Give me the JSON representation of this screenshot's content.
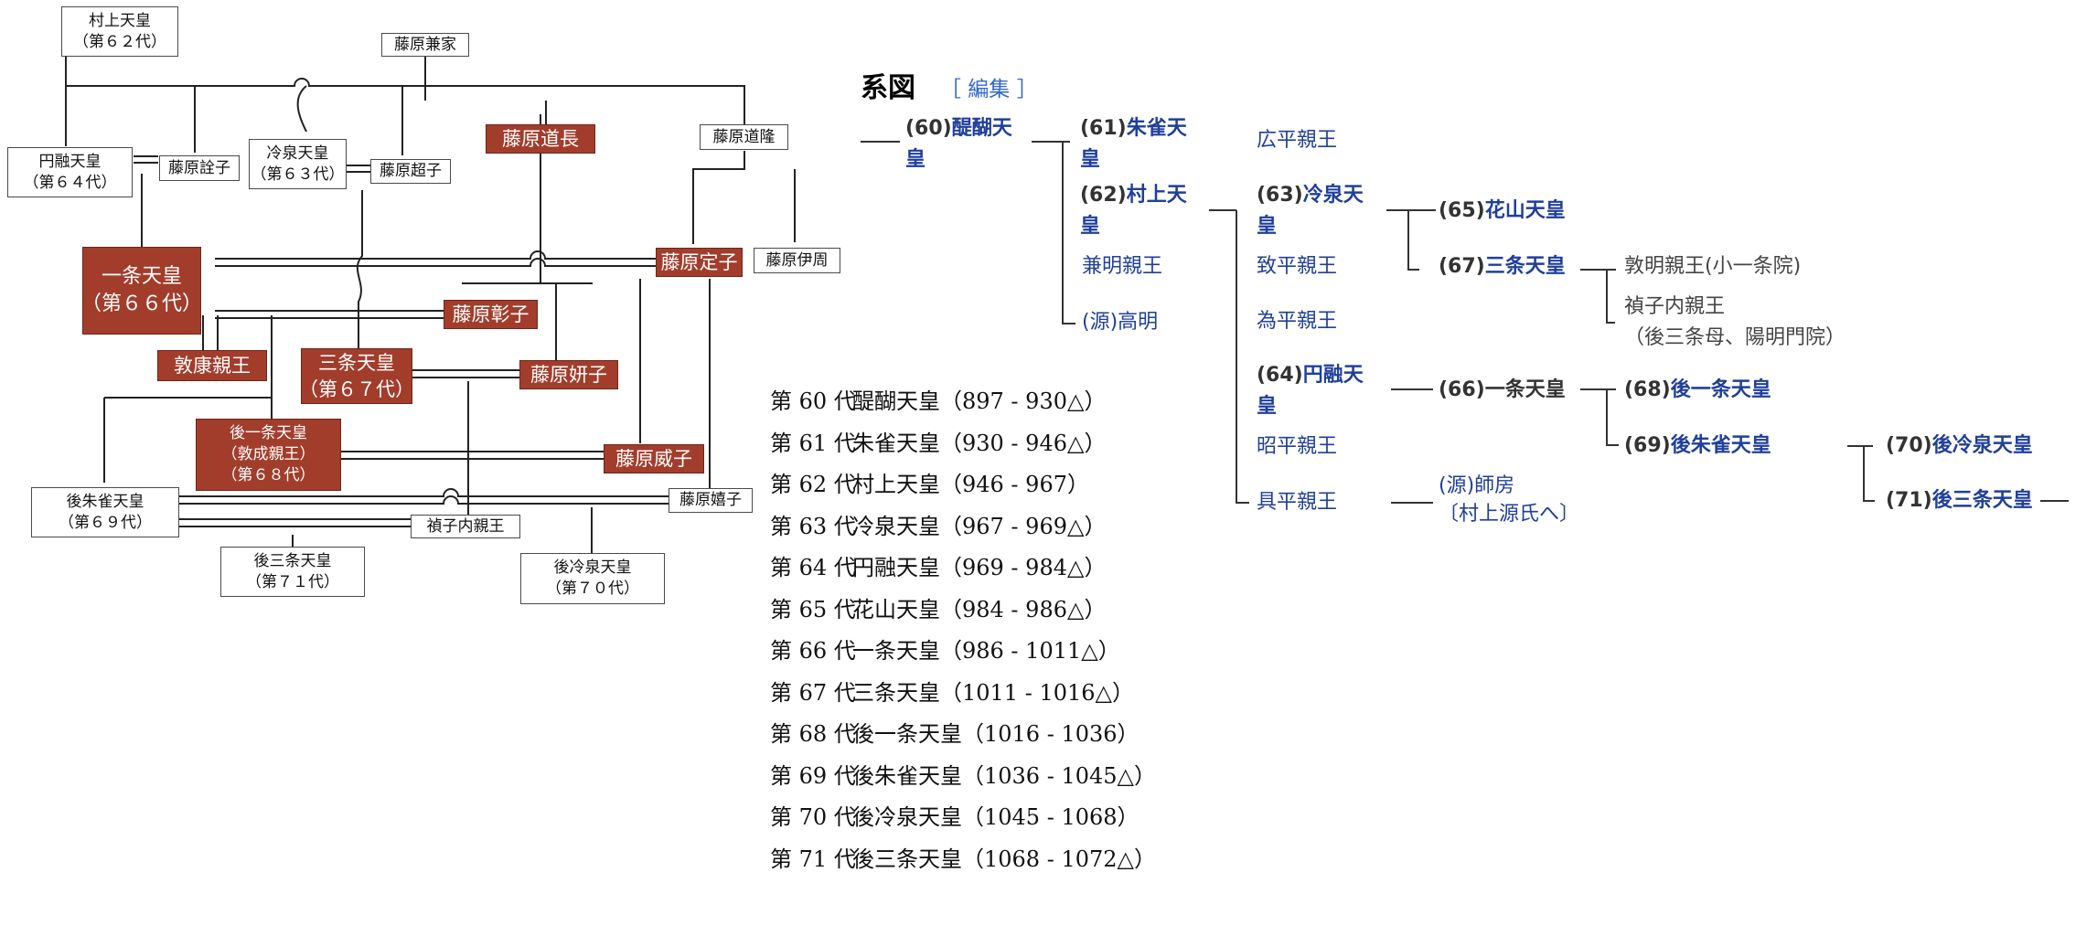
{
  "tree": {
    "murakami": {
      "name": "村上天皇",
      "sub": "（第６２代）"
    },
    "kaneie": {
      "name": "藤原兼家"
    },
    "michinaga": {
      "name": "藤原道長"
    },
    "michitaka": {
      "name": "藤原道隆"
    },
    "enyu": {
      "name": "円融天皇",
      "sub": "（第６４代）"
    },
    "senshi": {
      "name": "藤原詮子"
    },
    "reizei": {
      "name": "冷泉天皇",
      "sub": "（第６３代）"
    },
    "choshi": {
      "name": "藤原超子"
    },
    "ichijo": {
      "name": "一条天皇",
      "sub": "（第６６代）"
    },
    "teishi": {
      "name": "藤原定子"
    },
    "korechika": {
      "name": "藤原伊周"
    },
    "shoshi": {
      "name": "藤原彰子"
    },
    "atsuyasu": {
      "name": "敦康親王"
    },
    "sanjo": {
      "name": "三条天皇",
      "sub": "（第６７代）"
    },
    "kenshi": {
      "name": "藤原妍子"
    },
    "goichijo": {
      "name": "後一条天皇",
      "sub": "（敦成親王）",
      "sub2": "（第６８代）"
    },
    "ishi": {
      "name": "藤原威子"
    },
    "gosuzaku": {
      "name": "後朱雀天皇",
      "sub": "（第６９代）"
    },
    "kishi": {
      "name": "藤原嬉子"
    },
    "teishi_naishinno": {
      "name": "禎子内親王"
    },
    "gosanjo": {
      "name": "後三条天皇",
      "sub": "（第７１代）"
    },
    "goreizei": {
      "name": "後冷泉天皇",
      "sub": "（第７０代）"
    }
  },
  "lineage": {
    "title": "系図",
    "edit": "［ 編集 ］",
    "nodes": {
      "daigo": {
        "num": "(60)",
        "name": "醍醐天",
        "name2": "皇"
      },
      "suzaku": {
        "num": "(61)",
        "name": "朱雀天",
        "name2": "皇"
      },
      "murakami": {
        "num": "(62)",
        "name": "村上天",
        "name2": "皇"
      },
      "kaneakira": {
        "name": "兼明親王"
      },
      "takaakira": {
        "name": "(源)高明"
      },
      "hirohira": {
        "name": "広平親王"
      },
      "reizei": {
        "num": "(63)",
        "name": "冷泉天",
        "name2": "皇"
      },
      "munehira": {
        "name": "致平親王"
      },
      "tamehira": {
        "name": "為平親王"
      },
      "enyu": {
        "num": "(64)",
        "name": "円融天",
        "name2": "皇"
      },
      "akihira": {
        "name": "昭平親王"
      },
      "tomohira": {
        "name": "具平親王"
      },
      "morofusa": {
        "name": "(源)師房",
        "name2": "〔村上源氏へ〕"
      },
      "kazan": {
        "num": "(65)",
        "name": "花山天皇"
      },
      "sanjo": {
        "num": "(67)",
        "name": "三条天皇"
      },
      "ichijo": {
        "num": "(66)",
        "name": "一条天皇"
      },
      "atsuakira": {
        "name": "敦明親王(小一条院)"
      },
      "teishi": {
        "name": "禎子内親王",
        "name2": "（後三条母、陽明門院）"
      },
      "goichijo": {
        "num": "(68)",
        "name": "後一条天皇"
      },
      "gosuzaku": {
        "num": "(69)",
        "name": "後朱雀天皇"
      },
      "goreizei": {
        "num": "(70)",
        "name": "後冷泉天皇"
      },
      "gosanjo": {
        "num": "(71)",
        "name": "後三条天皇"
      }
    }
  },
  "reigns": [
    {
      "gen": "第 60 代",
      "name": "醍醐天皇",
      "years": "（897 - 930△）"
    },
    {
      "gen": "第 61 代",
      "name": "朱雀天皇",
      "years": "（930 - 946△）"
    },
    {
      "gen": "第 62 代",
      "name": "村上天皇",
      "years": "（946 - 967）"
    },
    {
      "gen": "第 63 代",
      "name": "冷泉天皇",
      "years": "（967 - 969△）"
    },
    {
      "gen": "第 64 代",
      "name": "円融天皇",
      "years": "（969 - 984△）"
    },
    {
      "gen": "第 65 代",
      "name": "花山天皇",
      "years": "（984 - 986△）"
    },
    {
      "gen": "第 66 代",
      "name": "一条天皇",
      "years": "（986 - 1011△）"
    },
    {
      "gen": "第 67 代",
      "name": "三条天皇",
      "years": "（1011 - 1016△）"
    },
    {
      "gen": "第 68 代",
      "name": "後一条天皇",
      "years": "（1016 - 1036）"
    },
    {
      "gen": "第 69 代",
      "name": "後朱雀天皇",
      "years": "（1036 - 1045△）"
    },
    {
      "gen": "第 70 代",
      "name": "後冷泉天皇",
      "years": "（1045 - 1068）"
    },
    {
      "gen": "第 71 代",
      "name": "後三条天皇",
      "years": "（1068 - 1072△）"
    }
  ]
}
